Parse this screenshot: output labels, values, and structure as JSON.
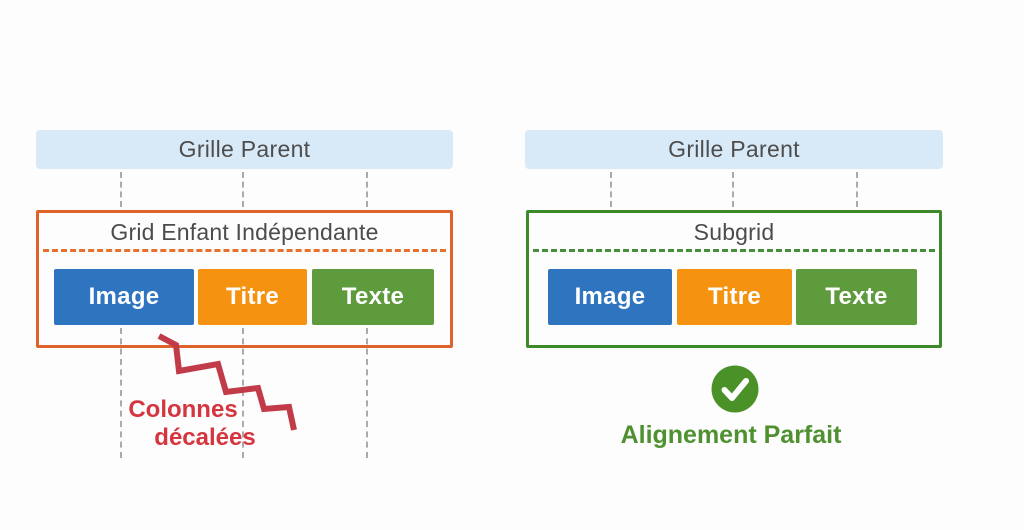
{
  "figure": {
    "left": {
      "parent_label": "Grille Parent",
      "child_title": "Grid Enfant Indépendante",
      "cells": [
        {
          "label": "Image",
          "color": "#2e74bf"
        },
        {
          "label": "Titre",
          "color": "#f5920f"
        },
        {
          "label": "Texte",
          "color": "#5d9b3c"
        }
      ],
      "annotation": {
        "line1": "Colonnes",
        "line2": "décalées",
        "color": "#d5353f"
      }
    },
    "right": {
      "parent_label": "Grille Parent",
      "child_title": "Subgrid",
      "cells": [
        {
          "label": "Image",
          "color": "#2e74bf"
        },
        {
          "label": "Titre",
          "color": "#f5920f"
        },
        {
          "label": "Texte",
          "color": "#5d9b3c"
        }
      ],
      "annotation": {
        "label": "Alignement Parfait",
        "color": "#4f9130"
      }
    },
    "colors": {
      "parent_bar_bg": "#d8eaf8",
      "heading_text": "#4d4d4d",
      "left_frame_border": "#e0622a",
      "left_frame_dash": "#e8702e",
      "right_frame_border": "#3e8a2b",
      "right_frame_dash": "#44903a",
      "guide_dash": "#ababab",
      "zigzag": "#c23b49",
      "check_circle": "#4a9228"
    }
  }
}
